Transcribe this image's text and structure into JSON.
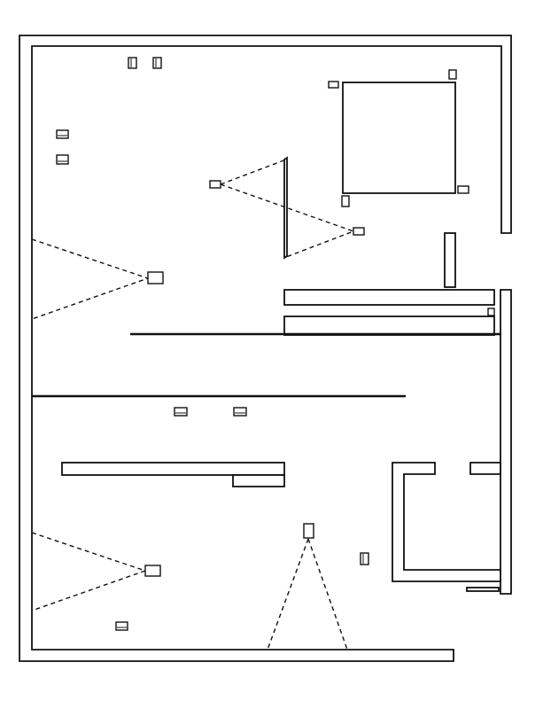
{
  "diagram": {
    "kind": "floor-plan",
    "colors": {
      "ink": "#111111",
      "background": "#ffffff"
    },
    "elements": {
      "walls": [
        "outer-wall",
        "right-wall-lower",
        "center-panel",
        "left-shelf",
        "shelf-step",
        "inner-room-wall",
        "post",
        "bench-upper",
        "bench-lower",
        "square-block",
        "angled-screen",
        "floor-mat"
      ],
      "lines": [
        "upper-divider-line",
        "lower-divider-line"
      ],
      "projection_cones": [
        "projector-cone-upper-left",
        "projector-cone-center",
        "projector-cone-lower-left",
        "projector-cone-bottom"
      ],
      "device_icons": [
        "speaker-icon",
        "sensor-icon",
        "projector-icon"
      ]
    }
  }
}
